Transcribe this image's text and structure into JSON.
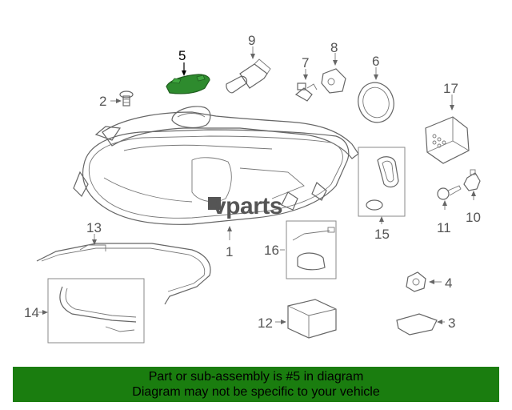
{
  "diagram": {
    "callouts": {
      "c1": "1",
      "c2": "2",
      "c3": "3",
      "c4": "4",
      "c5": "5",
      "c6": "6",
      "c7": "7",
      "c8": "8",
      "c9": "9",
      "c10": "10",
      "c11": "11",
      "c12": "12",
      "c13": "13",
      "c14": "14",
      "c15": "15",
      "c16": "16",
      "c17": "17"
    },
    "highlighted_part": "5",
    "highlight_color": "#2e8b2e",
    "watermark": "vparts"
  },
  "footer": {
    "line1": "Part or sub-assembly is #5 in diagram",
    "line2": "Diagram may not be specific to your vehicle",
    "bg_color": "#1a7d0f"
  }
}
